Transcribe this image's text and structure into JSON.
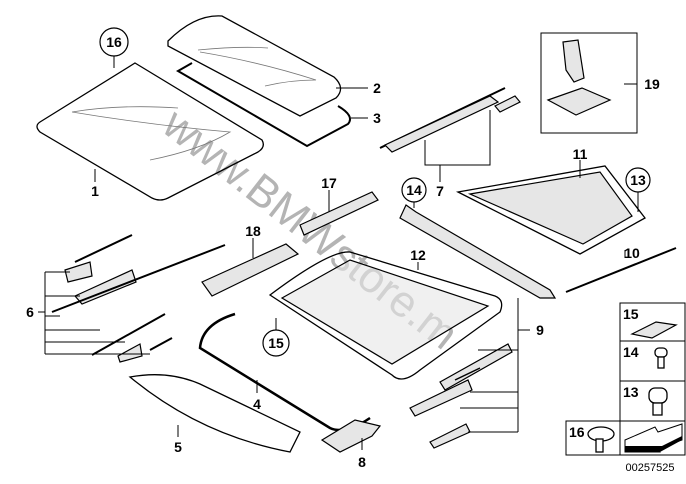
{
  "diagram": {
    "watermark": "www.BMWstore.m",
    "drawing_number": "00257525",
    "callouts": {
      "p1": "1",
      "p2": "2",
      "p3": "3",
      "p4": "4",
      "p5": "5",
      "p6": "6",
      "p7": "7",
      "p8": "8",
      "p9": "9",
      "p10": "10",
      "p11": "11",
      "p12": "12",
      "p13": "13",
      "p14": "14",
      "p15": "15",
      "p16": "16",
      "p17": "17",
      "p18": "18",
      "p19": "19"
    },
    "legend": {
      "r15": "15",
      "r14": "14",
      "r13": "13",
      "r16": "16"
    }
  }
}
